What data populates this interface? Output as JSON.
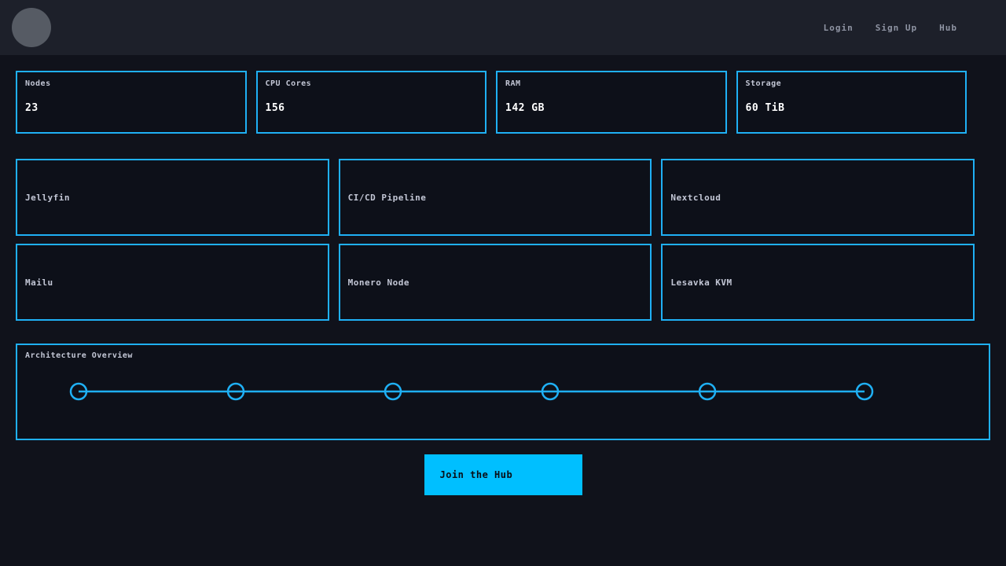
{
  "navbar": {
    "links": [
      {
        "label": "Login"
      },
      {
        "label": "Sign Up"
      },
      {
        "label": "Hub"
      }
    ]
  },
  "stats": [
    {
      "label": "Nodes",
      "value": "23"
    },
    {
      "label": "CPU Cores",
      "value": "156"
    },
    {
      "label": "RAM",
      "value": "142 GB"
    },
    {
      "label": "Storage",
      "value": "60 TiB"
    }
  ],
  "services": [
    {
      "label": "Jellyfin"
    },
    {
      "label": "CI/CD Pipeline"
    },
    {
      "label": "Nextcloud"
    },
    {
      "label": "Mailu"
    },
    {
      "label": "Monero Node"
    },
    {
      "label": "Lesavka KVM"
    }
  ],
  "architecture": {
    "title": "Architecture Overview",
    "node_count": 6
  },
  "cta": {
    "label": "Join the Hub"
  },
  "colors": {
    "accent": "#1fb0f5",
    "button": "#00bfff",
    "page_bg": "#10121b",
    "navbar_bg": "#1d202a"
  }
}
